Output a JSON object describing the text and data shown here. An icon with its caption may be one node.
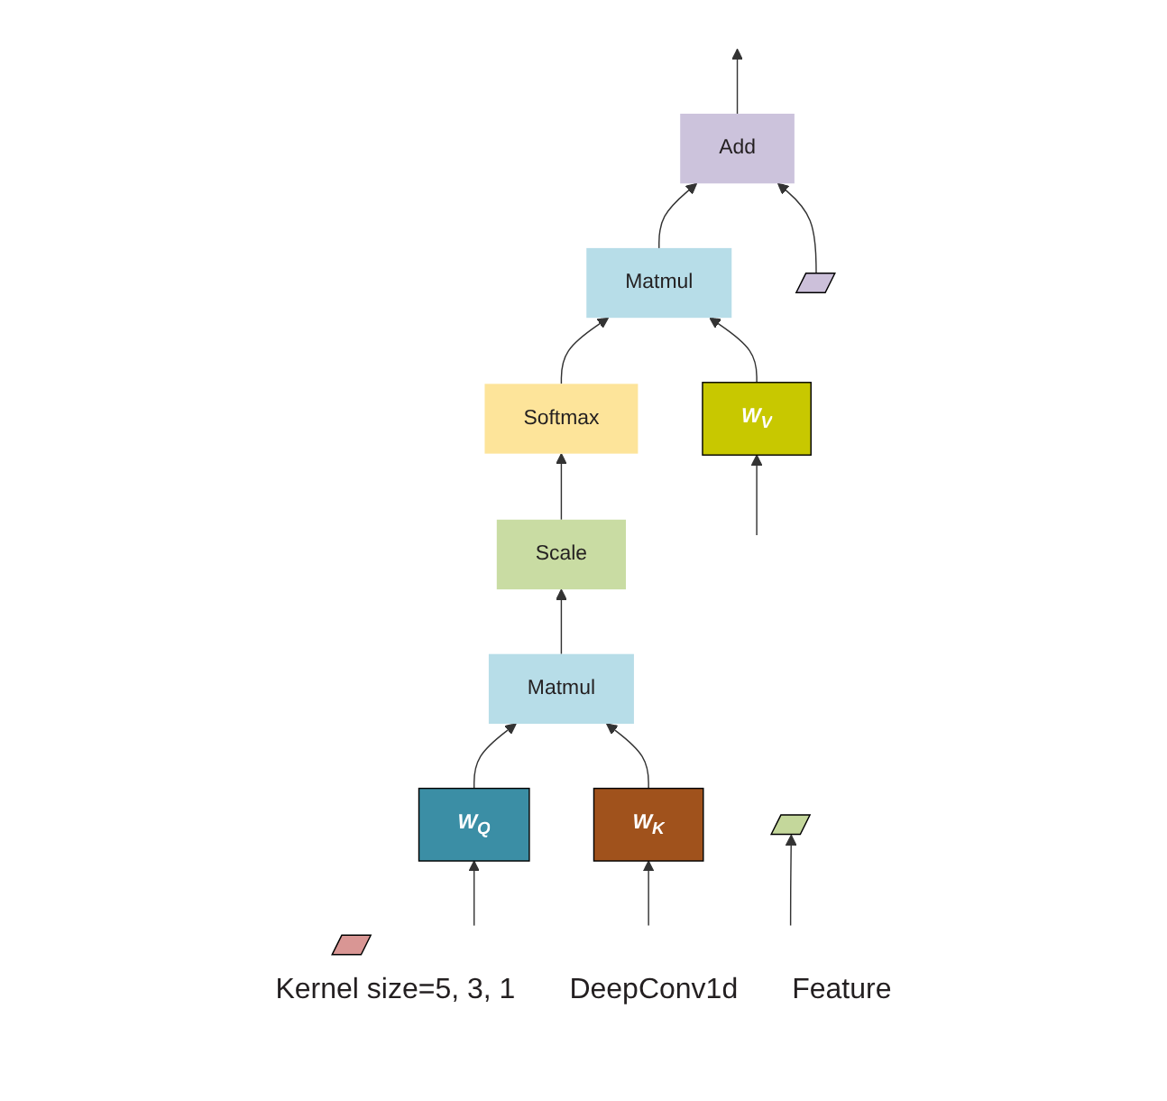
{
  "diagram": {
    "nodes": [
      {
        "text": [
          "Add"
        ]
      },
      {
        "text": [
          "Matmul"
        ]
      },
      {
        "text": [
          "Softmax"
        ]
      },
      {
        "text": [
          "Scale"
        ]
      },
      {
        "text": [
          "Matmul"
        ]
      },
      {
        "text": [
          "W$_{Q}$"
        ]
      },
      {
        "text": [
          "W$_{K}$"
        ]
      },
      {
        "text": [
          "W$_{V}$"
        ]
      },
      {
        "text": [],
        "shape": "bar"
      },
      {
        "text": [],
        "shape": "bar"
      },
      {
        "text": [],
        "shape": "bar"
      }
    ],
    "edges": [
      {
        "from": 0,
        "to": null,
        "arrow": "to"
      },
      {
        "from": 1,
        "to": 0,
        "arrow": "to"
      },
      {
        "from": 2,
        "to": 1,
        "arrow": "to"
      },
      {
        "from": 3,
        "to": 2,
        "arrow": "to"
      },
      {
        "from": 4,
        "to": 3,
        "arrow": "to"
      },
      {
        "from": 5,
        "to": 4,
        "arrow": "to"
      },
      {
        "from": 6,
        "to": 4,
        "arrow": "to"
      },
      {
        "from": 7,
        "to": 1,
        "arrow": "to"
      },
      {
        "from": 8,
        "to": 0,
        "arrow": "to"
      },
      {
        "from": null,
        "to": 5,
        "arrow": "to"
      },
      {
        "from": null,
        "to": 6,
        "arrow": "to"
      },
      {
        "from": null,
        "to": 7,
        "arrow": "to"
      },
      {
        "from": null,
        "to": 9,
        "arrow": "to"
      }
    ],
    "labels": [
      "Kernel size=5, 3, 1",
      "DeepConv1d",
      "Feature"
    ]
  }
}
